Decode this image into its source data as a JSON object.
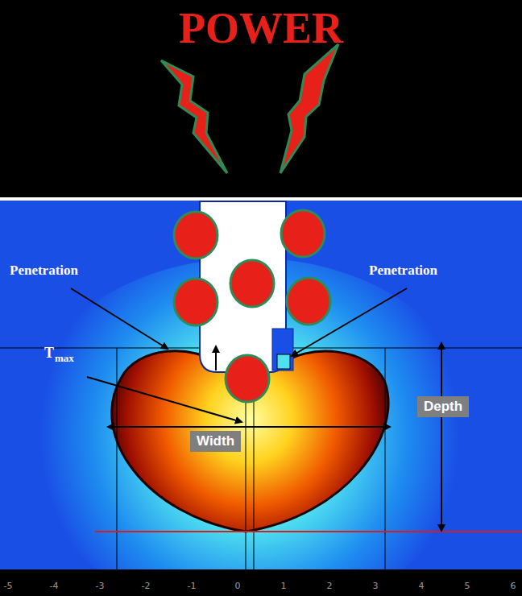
{
  "diagram": {
    "title": "POWER",
    "nodes": [
      {
        "text": [
          "Width"
        ]
      },
      {
        "text": [
          "Depth"
        ]
      }
    ],
    "labels": [
      "Penetration",
      "Penetration",
      "T",
      "max",
      "-5",
      "-4",
      "-3",
      "-2",
      "-1",
      "0",
      "1",
      "2",
      "3",
      "4",
      "5",
      "6"
    ]
  }
}
